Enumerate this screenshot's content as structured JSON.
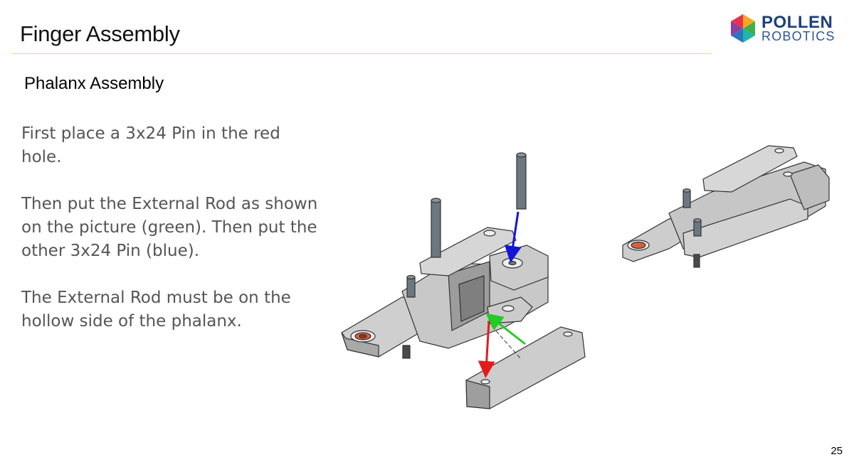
{
  "slide": {
    "title": "Finger Assembly",
    "subtitle": "Phalanx Assembly",
    "instructions": [
      "First place a 3x24 Pin in the red hole.",
      "Then put the External Rod as shown on the picture (green). Then put the other 3x24 Pin (blue).",
      "The External Rod must be on the hollow side of the phalanx."
    ],
    "page_number": "25"
  },
  "logo": {
    "line1": "POLLEN",
    "line2": "ROBOTICS",
    "colors": [
      "#e8324a",
      "#f6a623",
      "#3db04b",
      "#2f74c0",
      "#8b3fa0"
    ]
  },
  "figure": {
    "description_icons": [
      "phalanx-exploded-view",
      "phalanx-assembled-view"
    ],
    "arrow_colors": {
      "red": "#e41b1b",
      "green": "#22cc22",
      "blue": "#1414d6"
    },
    "hole_color": "#d9603a",
    "part_color": "#c8c8c8"
  }
}
